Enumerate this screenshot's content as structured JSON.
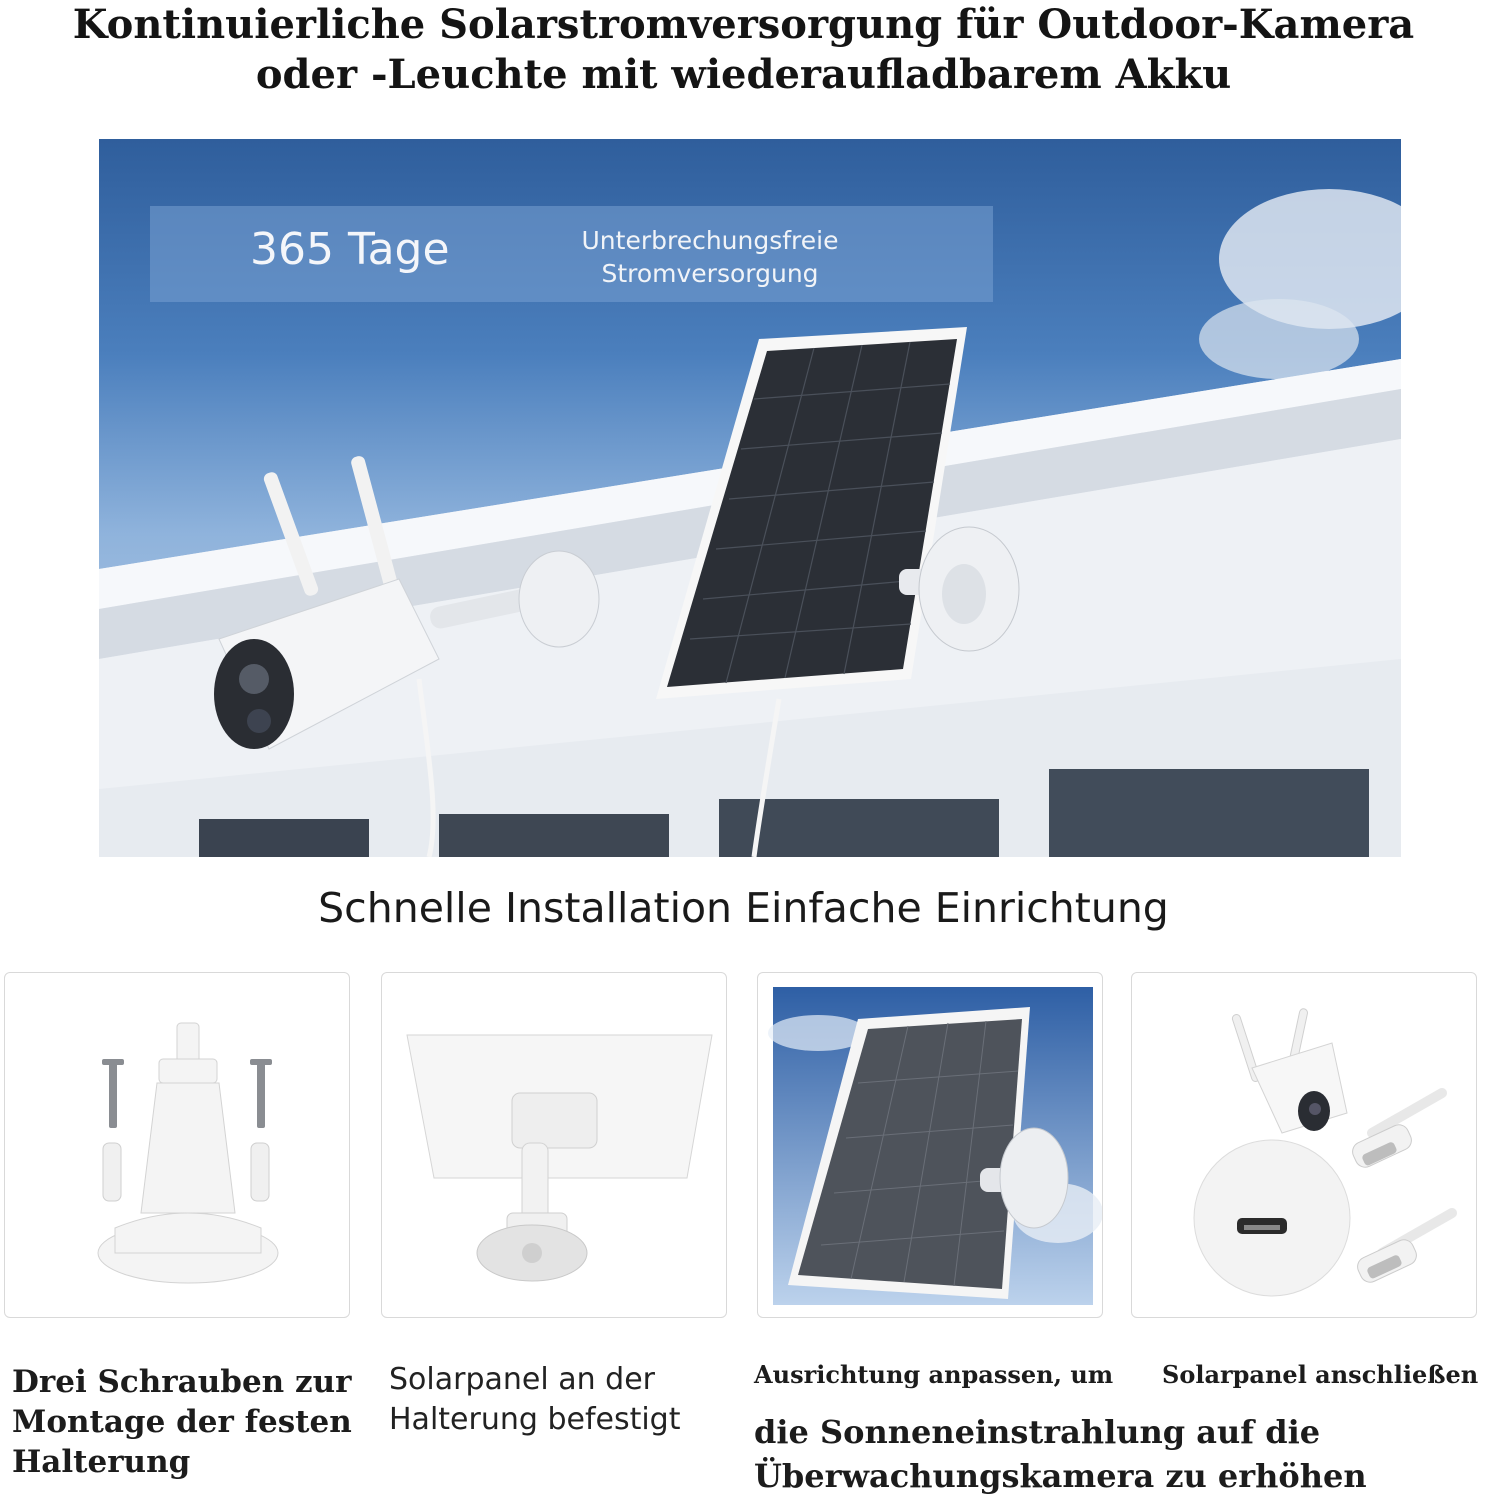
{
  "title": {
    "line1": "Kontinuierliche Solarstromversorgung für Outdoor-Kamera",
    "line2": "oder -Leuchte mit wiederaufladbarem Akku"
  },
  "hero": {
    "badge_big": "365 Tage",
    "badge_small_line1": "Unterbrechungsfreie",
    "badge_small_line2": "Stromversorgung"
  },
  "subtitle": "Schnelle Installation Einfache Einrichtung",
  "captions": {
    "c1": [
      "Drei Schrauben zur",
      "Montage der festen",
      "Halterung"
    ],
    "c2": [
      "Solarpanel an der",
      "Halterung befestigt"
    ],
    "c3_top": "Ausrichtung anpassen, um",
    "c4_top": "Solarpanel anschließen",
    "c3_bottom": [
      "die Sonneneinstrahlung auf die",
      "Überwachungskamera zu erhöhen"
    ]
  },
  "colors": {
    "sky_top": "#2f5e9c",
    "solar_panel": "#2b2f36",
    "banner": "#78a0d2"
  },
  "icons": {
    "camera": "security-camera-icon",
    "panel": "solar-panel-icon",
    "mount": "wall-mount-icon",
    "screws": "screw-icon",
    "cable": "usb-cable-icon"
  }
}
